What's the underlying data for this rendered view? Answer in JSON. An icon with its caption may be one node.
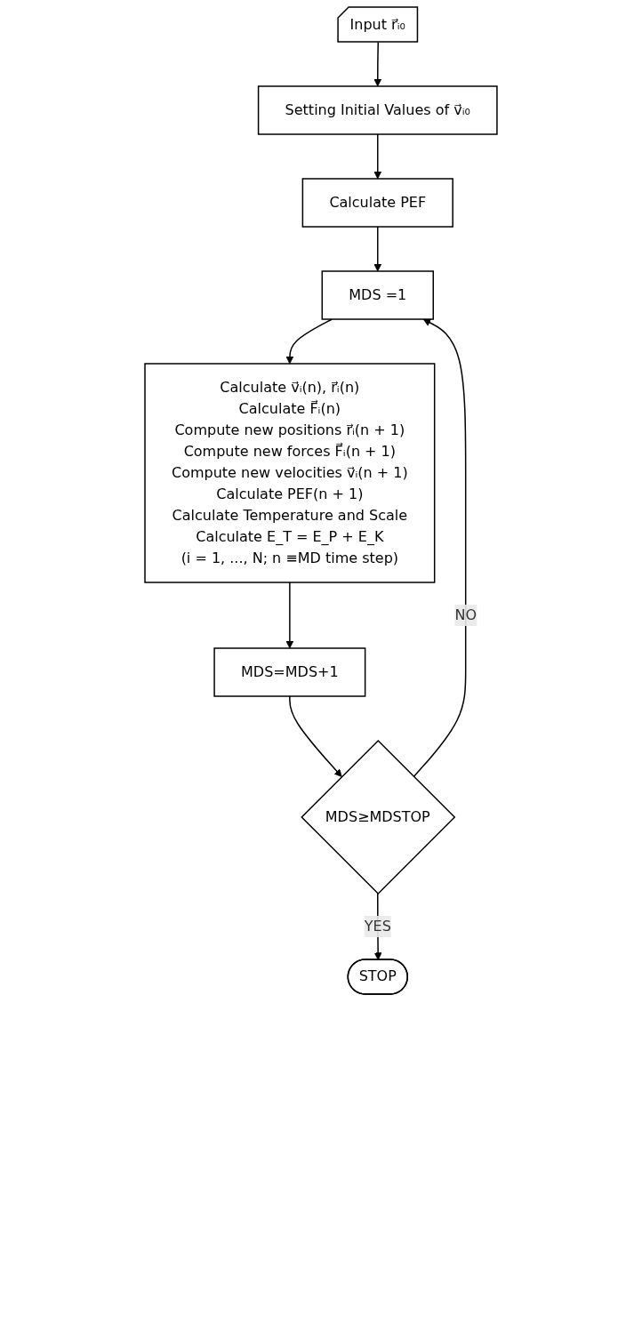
{
  "diagram": {
    "nodes": [
      {
        "text": [
          "Input r⃗ᵢ₀"
        ]
      },
      {
        "text": [
          "Setting Initial Values of v⃗ᵢ₀"
        ]
      },
      {
        "text": [
          "Calculate PEF"
        ]
      },
      {
        "text": [
          "MDS =1"
        ]
      },
      {
        "text": [
          "Calculate v⃗ᵢ(n), r⃗ᵢ(n)",
          "Calculate F⃗ᵢ(n)",
          "Compute new positions r⃗ᵢ(n + 1)",
          "Compute new forces F⃗ᵢ(n + 1)",
          "Compute new velocities v⃗ᵢ(n + 1)",
          "Calculate PEF(n + 1)",
          "Calculate Temperature and Scale",
          "Calculate E_T = E_P + E_K",
          "(i = 1, ..., N; n ≡MD time step)"
        ]
      },
      {
        "text": [
          "MDS=MDS+1"
        ]
      },
      {
        "text": [
          "MDS≥MDSTOP"
        ]
      },
      {
        "text": [
          "STOP"
        ]
      }
    ],
    "edges": [
      {
        "from": 0,
        "to": 1,
        "arrow": "to"
      },
      {
        "from": 1,
        "to": 2,
        "arrow": "to"
      },
      {
        "from": 2,
        "to": 3,
        "arrow": "to"
      },
      {
        "from": 3,
        "to": 4,
        "arrow": "to"
      },
      {
        "from": 4,
        "to": 5,
        "arrow": "to"
      },
      {
        "from": 5,
        "to": 6,
        "arrow": "to"
      },
      {
        "from": 6,
        "to": 3,
        "arrow": "to",
        "label": "NO"
      },
      {
        "from": 6,
        "to": 7,
        "arrow": "to",
        "label": "YES"
      }
    ]
  }
}
